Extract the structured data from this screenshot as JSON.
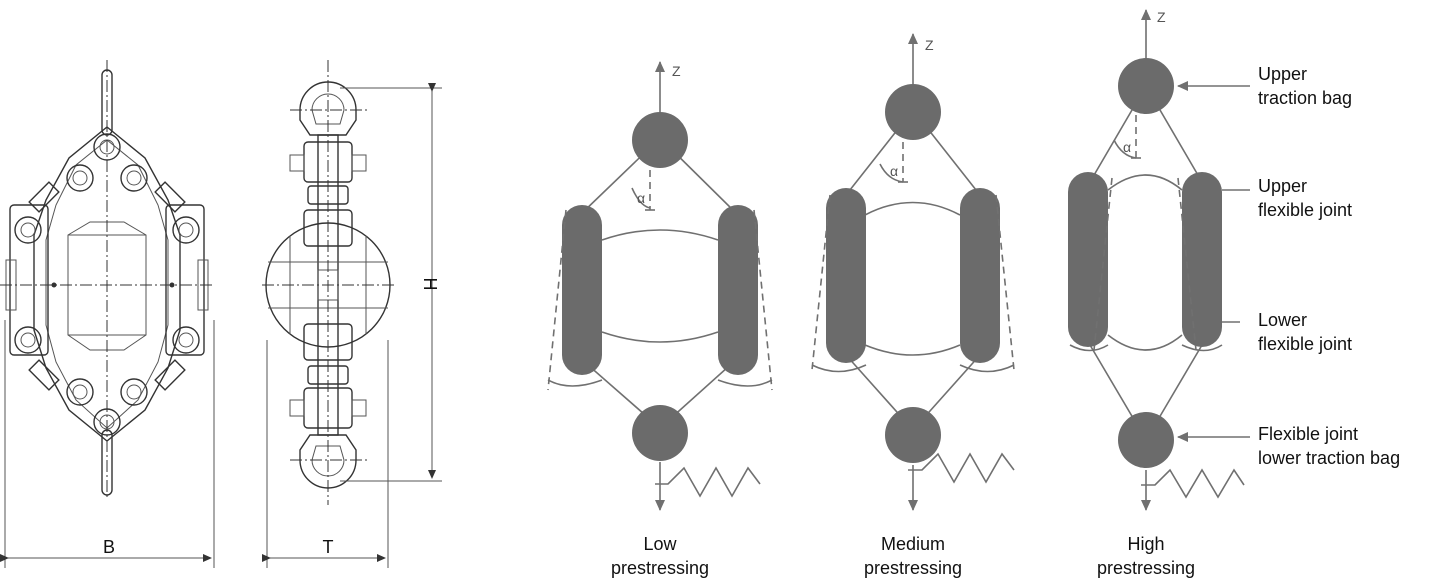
{
  "dimensions": {
    "width_label": "B",
    "thickness_label": "T",
    "height_label": "H"
  },
  "axis_label": "Z",
  "angle_symbol": "α",
  "variants": [
    {
      "line1": "Low",
      "line2": "prestressing"
    },
    {
      "line1": "Medium",
      "line2": "prestressing"
    },
    {
      "line1": "High",
      "line2": "prestressing"
    }
  ],
  "callouts": {
    "upper_traction_bag": {
      "line1": "Upper",
      "line2": "traction bag"
    },
    "upper_flexible_joint": {
      "line1": "Upper",
      "line2": "flexible joint"
    },
    "lower_flexible_joint": {
      "line1": "Lower",
      "line2": "flexible joint"
    },
    "lower_traction_bag": {
      "line1": "Flexible joint",
      "line2": "lower traction bag"
    }
  },
  "colors": {
    "part_fill": "#6b6b6b",
    "drawing_line": "#333333",
    "diagram_line": "#707070"
  }
}
